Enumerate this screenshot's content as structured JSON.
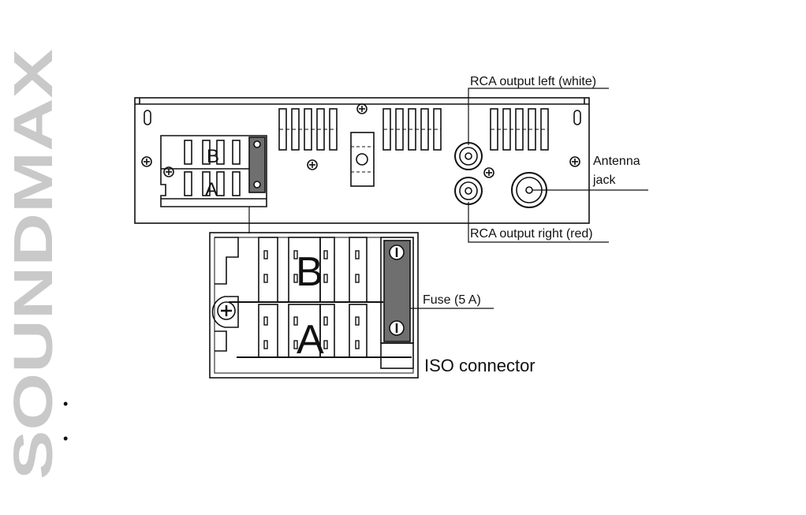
{
  "brand": {
    "name": "SOUNDMAX"
  },
  "labels": {
    "rca_left": "RCA output left (white)",
    "rca_right": "RCA output right (red)",
    "antenna_line1": "Antenna",
    "antenna_line2": "jack",
    "fuse": "Fuse (5 A)",
    "iso": "ISO connector",
    "block_b_small": "B",
    "block_a_small": "A",
    "block_b_large": "B",
    "block_a_large": "A"
  },
  "bullets": [
    "•",
    "•"
  ],
  "colors": {
    "ink": "#111111",
    "brand_gray": "#c9c9c9",
    "fuse_fill": "#6f6f6f"
  }
}
